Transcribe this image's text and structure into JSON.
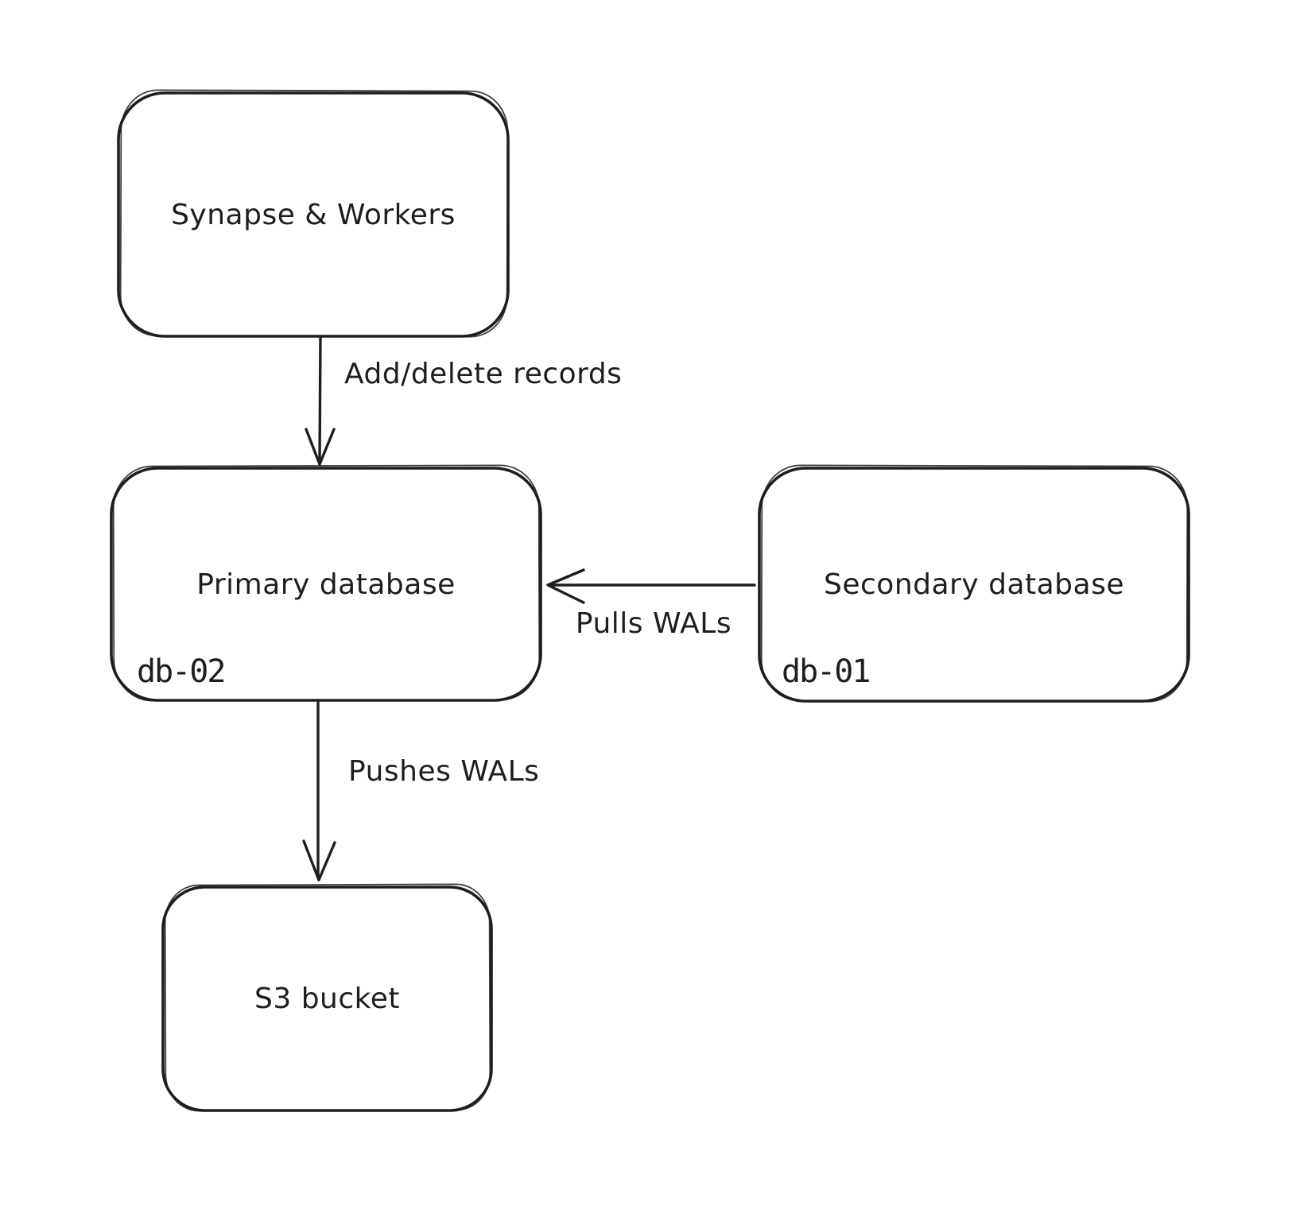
{
  "diagram": {
    "background_color": "#ffffff",
    "stroke_color": "#1e1e1e",
    "nodes": [
      {
        "id": "synapse-workers",
        "label": "Synapse & Workers"
      },
      {
        "id": "primary-database",
        "label": "Primary database",
        "hostname": "db-02"
      },
      {
        "id": "secondary-database",
        "label": "Secondary database",
        "hostname": "db-01"
      },
      {
        "id": "s3-bucket",
        "label": "S3 bucket"
      }
    ],
    "edges": [
      {
        "id": "add-delete-records",
        "label": "Add/delete records",
        "from": "synapse-workers",
        "to": "primary-database",
        "direction": "down"
      },
      {
        "id": "pulls-wals",
        "label": "Pulls WALs",
        "from": "secondary-database",
        "to": "primary-database",
        "direction": "left"
      },
      {
        "id": "pushes-wals",
        "label": "Pushes WALs",
        "from": "primary-database",
        "to": "s3-bucket",
        "direction": "down"
      }
    ]
  }
}
